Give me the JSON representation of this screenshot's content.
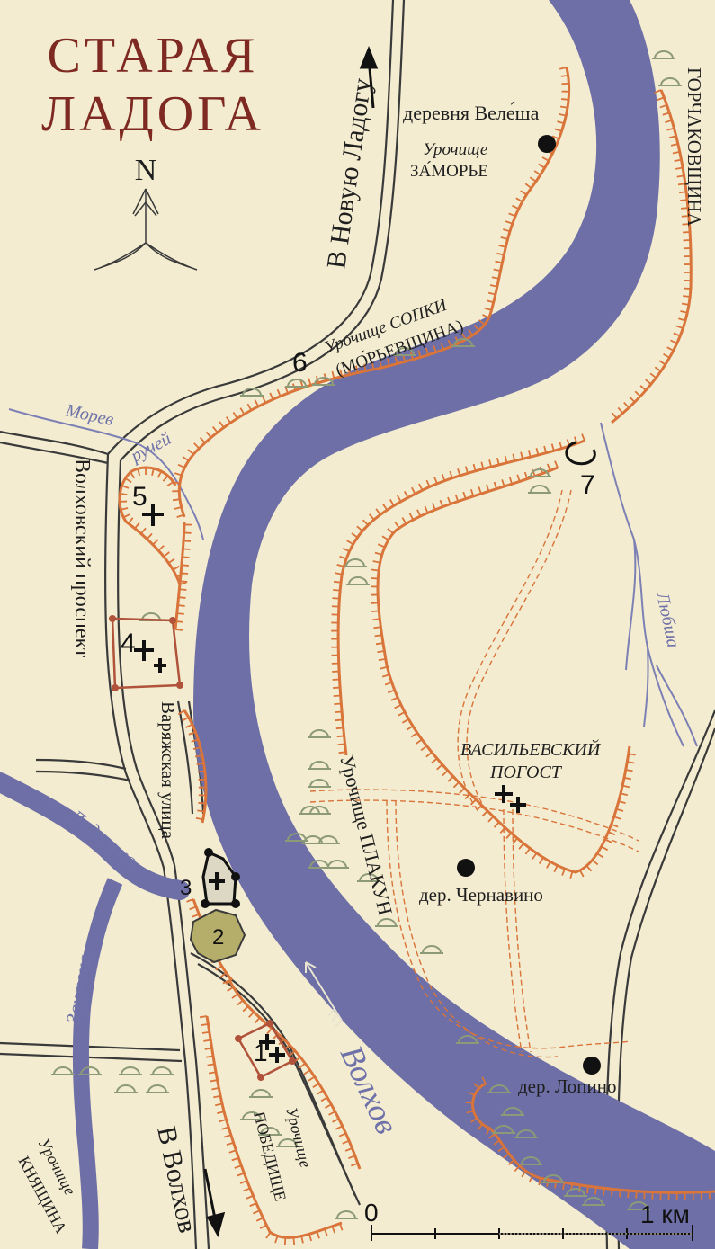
{
  "title": {
    "line1": "СТАРАЯ",
    "line2": "ЛАДОГА"
  },
  "compass": {
    "label": "N"
  },
  "roads": {
    "to_novaya_ladoga": "В Новую Ладогу",
    "to_volkhov": "В Волхов"
  },
  "streets": {
    "volkhovsky": "Волховский проспект",
    "varyazhskaya": "Варяжская улица"
  },
  "rivers": {
    "volkhov": "Волхов",
    "ladozhka": "Ладожка",
    "zaklyuka": "Заклюка",
    "lyubsha": "Любша",
    "morev_1": "Морев",
    "morev_2": "ручей"
  },
  "places": {
    "velesha": "деревня Веле́ша",
    "zamorye_1": "Урочище",
    "zamorye_2": "ЗА́МОРЬЕ",
    "gorchakovshchina": "ГОРЧАКОВЩИНА",
    "sopki_1": "Урочище СОПКИ",
    "sopki_2": "(МО́РЬЕВЩИНА)",
    "vasilevsky_1": "ВАСИЛЬЕВСКИЙ",
    "vasilevsky_2": "ПОГОСТ",
    "plakun": "Урочище ПЛАКУН",
    "chernavino": "дер. Чернавино",
    "lopino": "дер. Лопино",
    "pobedishche_1": "Урочище",
    "pobedishche_2": "ПОБЕДИЩЕ",
    "knyashchina_1": "Урочище",
    "knyashchina_2": "КНЯЩИНА"
  },
  "numbers": [
    "1",
    "2",
    "3",
    "4",
    "5",
    "6",
    "7"
  ],
  "scale": {
    "zero": "0",
    "end": "1 км"
  },
  "colors": {
    "background": "#f3ecd0",
    "river": "#6d6fa6",
    "stream": "#7d80b5",
    "terrace": "#d9743a",
    "road": "#3a3a3a",
    "mound": "#8c9a78",
    "title": "#7e2a22",
    "fortress": "#b5ad6a"
  }
}
